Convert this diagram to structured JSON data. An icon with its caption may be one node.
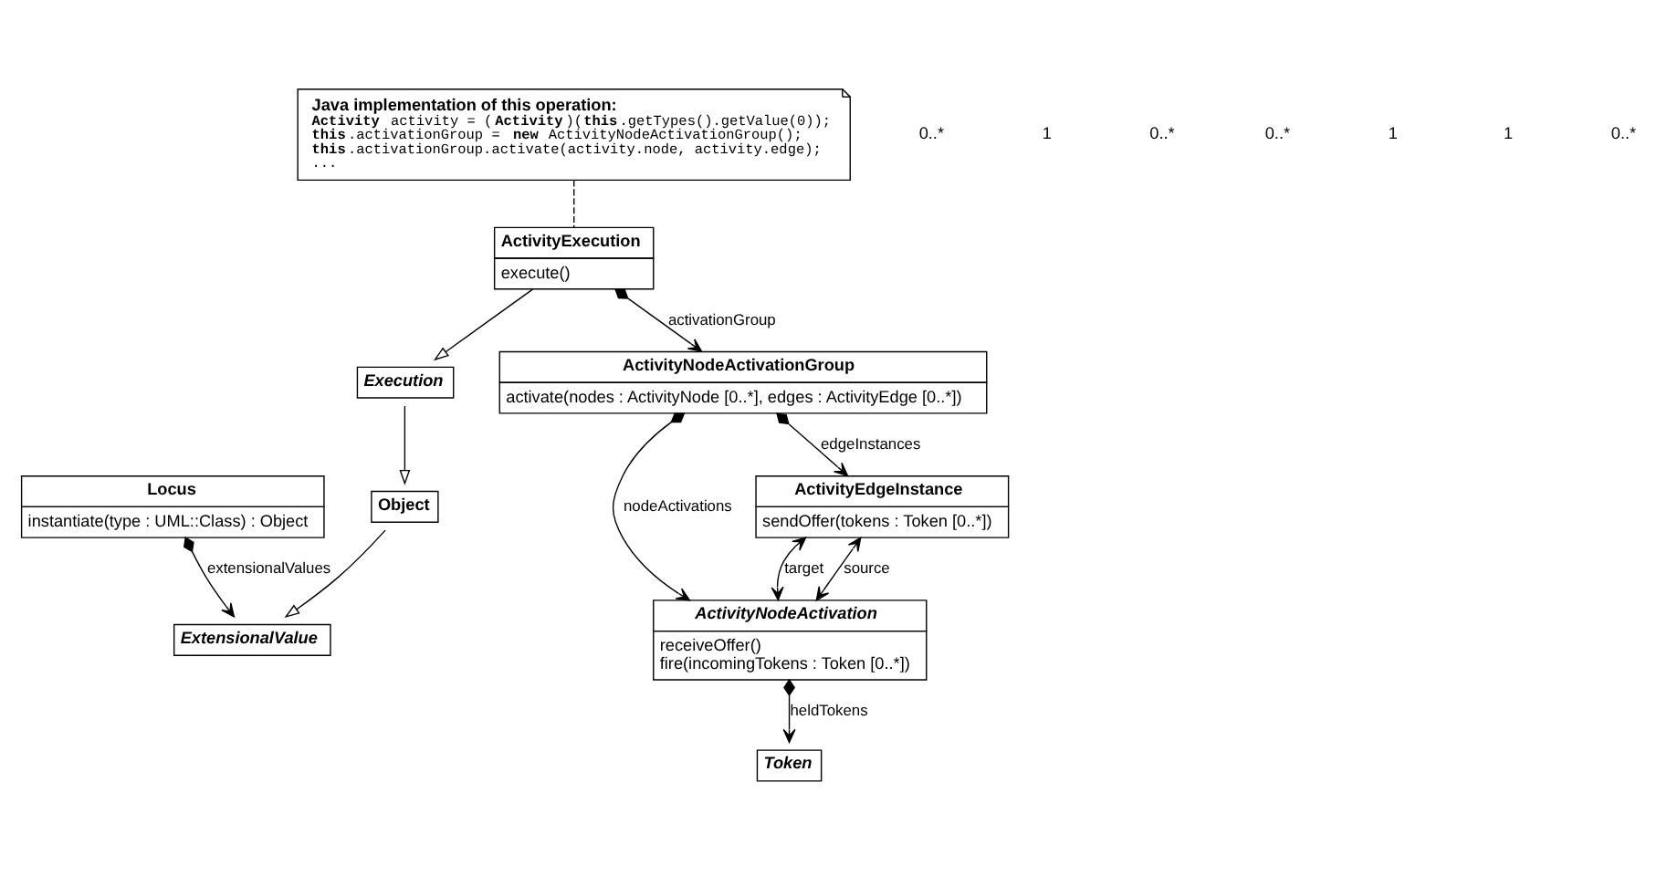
{
  "diagram": {
    "nodes": [
      {
        "text": [
          "Locus",
          "instantiate(type : UML::Class) : Object"
        ]
      },
      {
        "text": [
          "ExtensionalValue"
        ]
      },
      {
        "text": [
          "ActivityNodeActivationGroup",
          "activate(nodes : ActivityNode [0..*], edges : ActivityEdge [0..*])"
        ]
      },
      {
        "text": [
          "Object"
        ]
      },
      {
        "text": [
          "Execution"
        ]
      },
      {
        "text": [
          "ActivityEdgeInstance",
          "sendOffer(tokens : Token [0..*])"
        ]
      },
      {
        "text": [
          "ActivityExecution",
          "execute()"
        ]
      },
      {
        "text": [
          "ActivityNodeActivation",
          "receiveOffer()",
          "fire(incomingTokens : Token [0..*])"
        ]
      },
      {
        "text": [
          "Java implementation of this operation:",
          "**Activity** activity = (**Activity**)(**this**.getTypes().getValue(0));",
          "**this**.activationGroup = **new** ActivityNodeActivationGroup();",
          "**this**.activationGroup.activate(activity.node, activity.edge);",
          "..."
        ]
      },
      {
        "text": [
          "Token"
        ]
      }
    ],
    "edges": [
      {
        "from": 0,
        "to": 1,
        "arrow": "to",
        "label": "extensionalValues"
      },
      {
        "from": 3,
        "to": 1,
        "arrow": "to"
      },
      {
        "from": 4,
        "to": 3,
        "arrow": "to"
      },
      {
        "from": 6,
        "to": 4,
        "arrow": "to"
      },
      {
        "from": 6,
        "to": 2,
        "arrow": "to",
        "label": "activationGroup"
      },
      {
        "from": 2,
        "to": 5,
        "arrow": "to",
        "label": "edgeInstances"
      },
      {
        "from": 2,
        "to": 7,
        "arrow": "to",
        "label": "nodeActivations"
      },
      {
        "from": 5,
        "to": 7,
        "arrow": "both",
        "label": "target"
      },
      {
        "from": 5,
        "to": 7,
        "arrow": "both",
        "label": "source"
      },
      {
        "from": 7,
        "to": 9,
        "arrow": "to",
        "label": "heldTokens"
      },
      {
        "from": 8,
        "to": 6,
        "arrow": "none",
        "style": "dashed"
      }
    ],
    "labels": [
      "0..*",
      "1",
      "0..*",
      "0..*",
      "1",
      "1",
      "0..*"
    ]
  }
}
